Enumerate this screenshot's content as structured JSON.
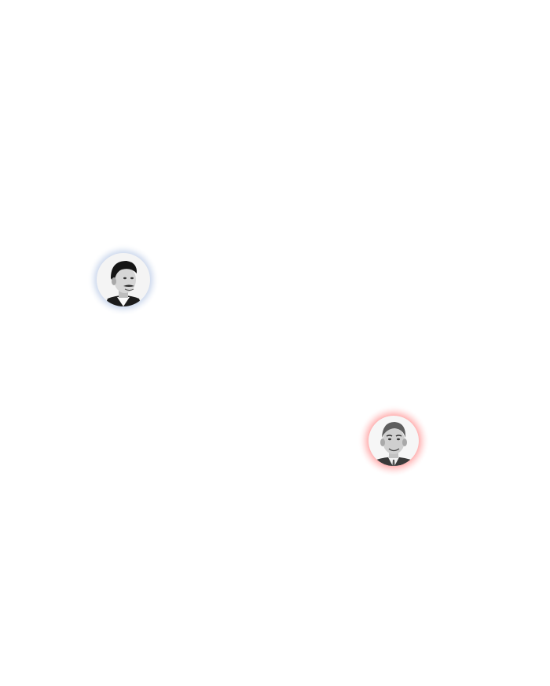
{
  "portraits": [
    {
      "id": "portrait-left",
      "icon": "person-portrait-icon",
      "glow_color": "#5a7fc0",
      "face_tone": "grayscale"
    },
    {
      "id": "portrait-right",
      "icon": "person-portrait-icon",
      "glow_color": "#ff2a2a",
      "face_tone": "grayscale"
    }
  ]
}
